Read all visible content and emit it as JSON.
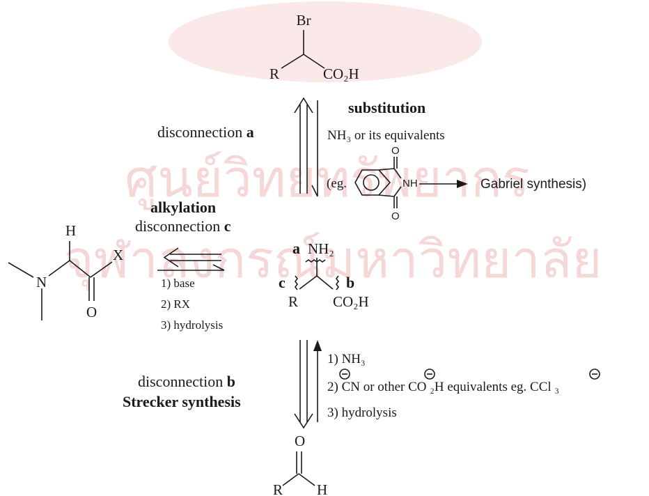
{
  "watermark": {
    "line1": "ศูนย์วิทยทรัพยากร",
    "line2": "จุฬาลงกรณ์มหาวิทยาลัย"
  },
  "top_molecule": {
    "substituent": "Br",
    "r_group": "R",
    "acid": "CO₂H"
  },
  "step_a": {
    "title": "substitution",
    "disconnection_word": "disconnection",
    "disconnection_letter": "a",
    "reagent": "NH₃ or its equivalents",
    "eg_open": "(eg.",
    "phthalimide_nh": "NH",
    "phthalimide_o": "O",
    "result": "Gabriel synthesis)"
  },
  "step_c": {
    "title": "alkylation",
    "disconnection_word": "disconnection",
    "disconnection_letter": "c",
    "conditions": [
      "1) base",
      "2) RX",
      "3) hydrolysis"
    ]
  },
  "left_molecule": {
    "n_atom": "N",
    "h_atom": "H",
    "x_atom": "X",
    "o_atom": "O"
  },
  "center_molecule": {
    "amine": "NH₂",
    "r_group": "R",
    "acid": "CO₂H",
    "label_a": "a",
    "label_b": "b",
    "label_c": "c"
  },
  "step_b": {
    "disconnection_word": "disconnection",
    "disconnection_letter": "b",
    "title": "Strecker synthesis",
    "conditions": [
      "1) NH₃",
      "2) CN or other CO ₂H equivalents eg. CCl ₃",
      "3) hydrolysis"
    ]
  },
  "bottom_molecule": {
    "o_atom": "O",
    "r_group": "R",
    "h_atom": "H"
  }
}
